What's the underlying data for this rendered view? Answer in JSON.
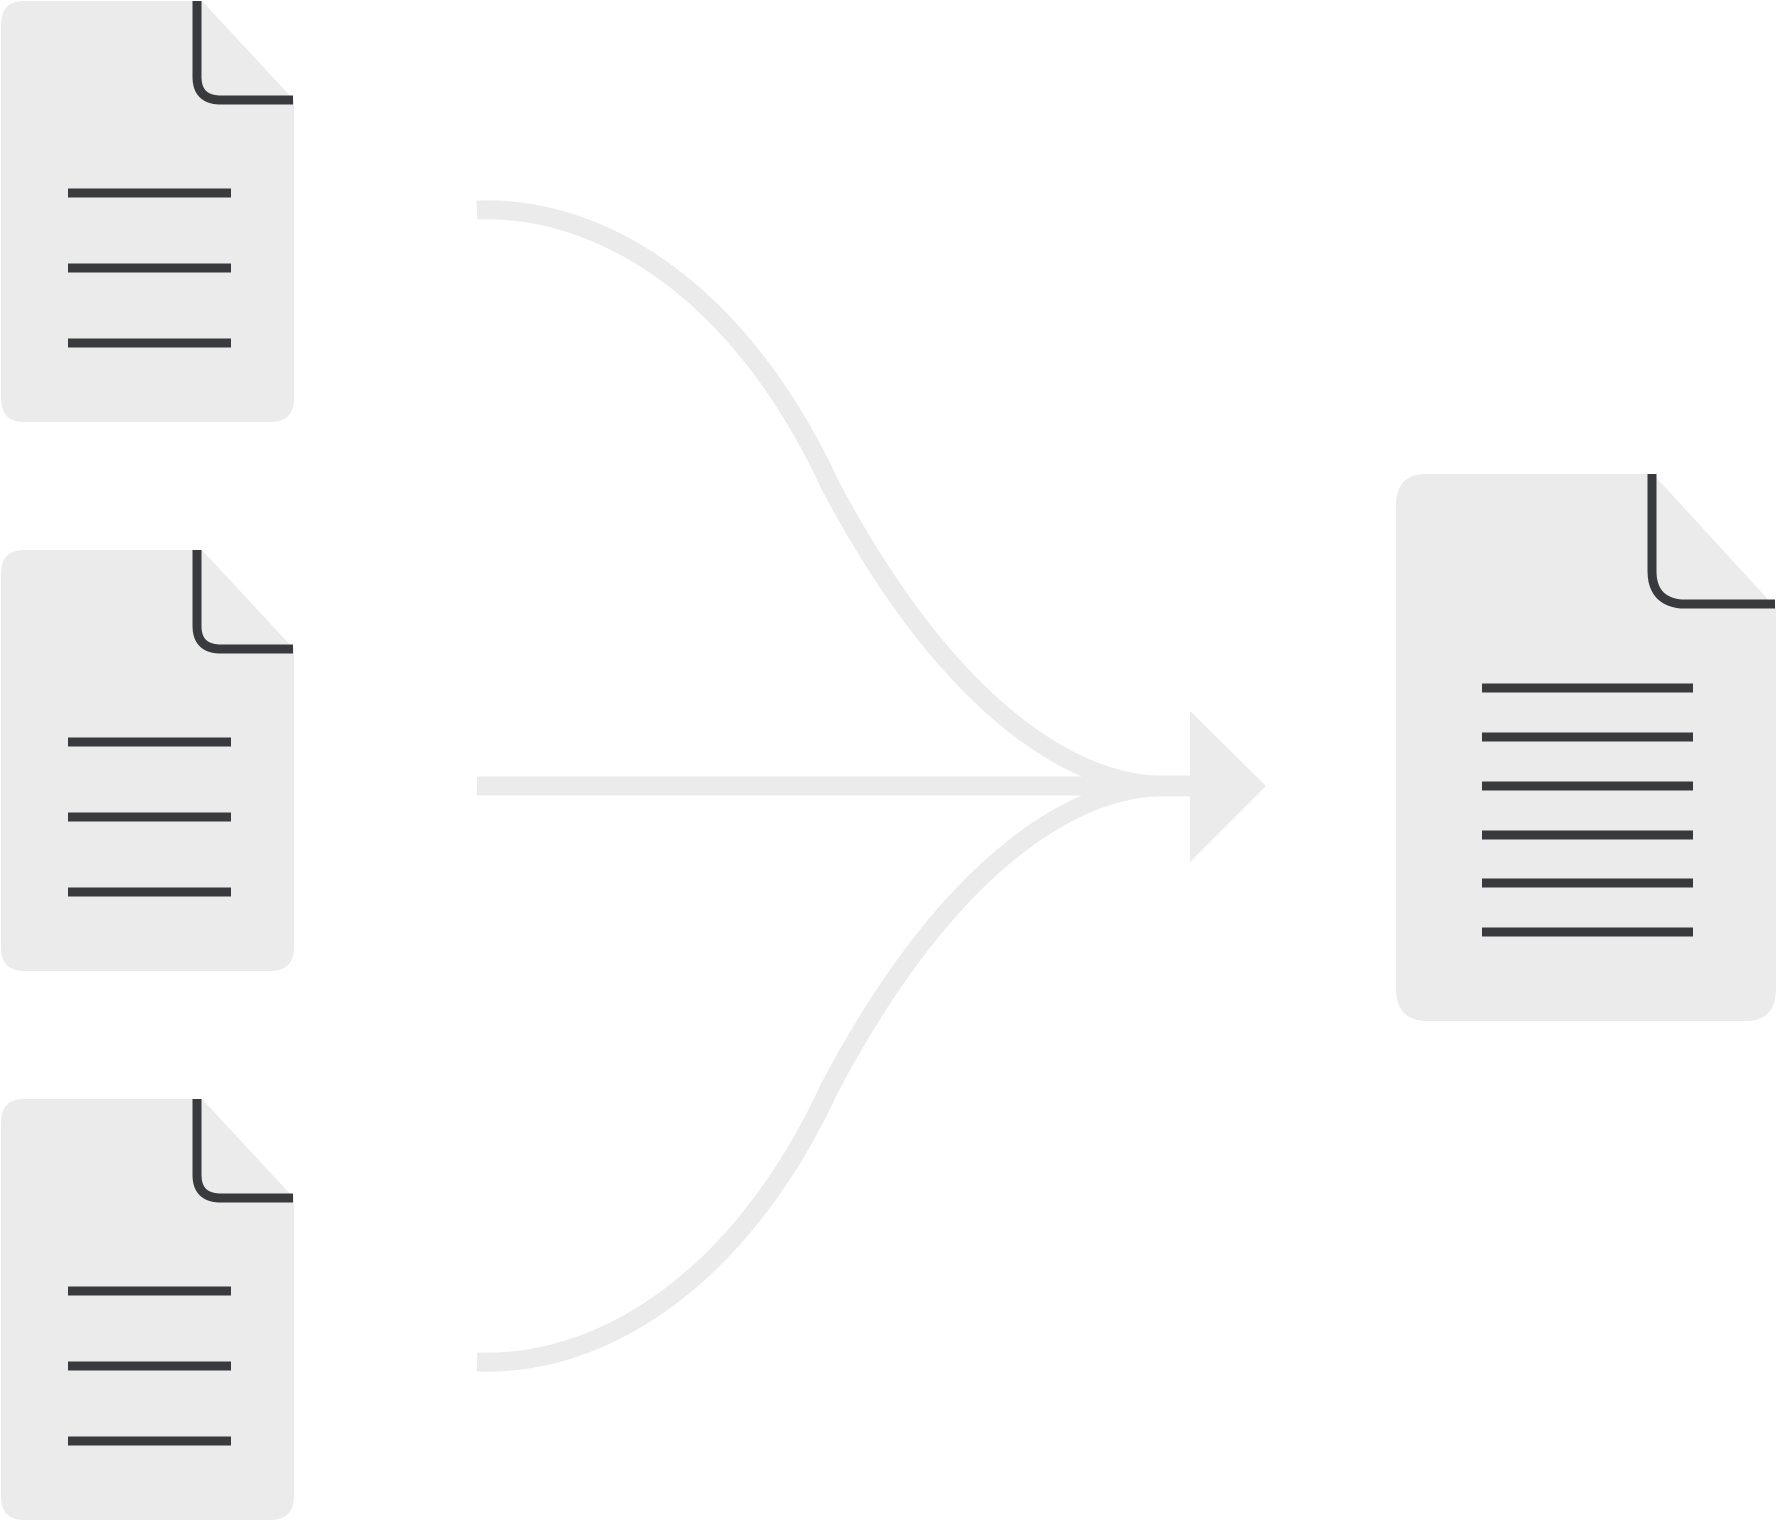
{
  "diagram": {
    "description_visible_text": "",
    "colors": {
      "background": "#ffffff",
      "document_fill": "#eaebea",
      "document_lines": "#393a3e",
      "connector": "#eaebea"
    },
    "inputs": [
      {
        "icon": "document-icon",
        "text_line_count": 3
      },
      {
        "icon": "document-icon",
        "text_line_count": 3
      },
      {
        "icon": "document-icon",
        "text_line_count": 3
      }
    ],
    "connector": {
      "icon": "merge-arrow-icon",
      "branch_count": 3
    },
    "output": {
      "icon": "document-icon",
      "text_line_count": 6
    }
  }
}
